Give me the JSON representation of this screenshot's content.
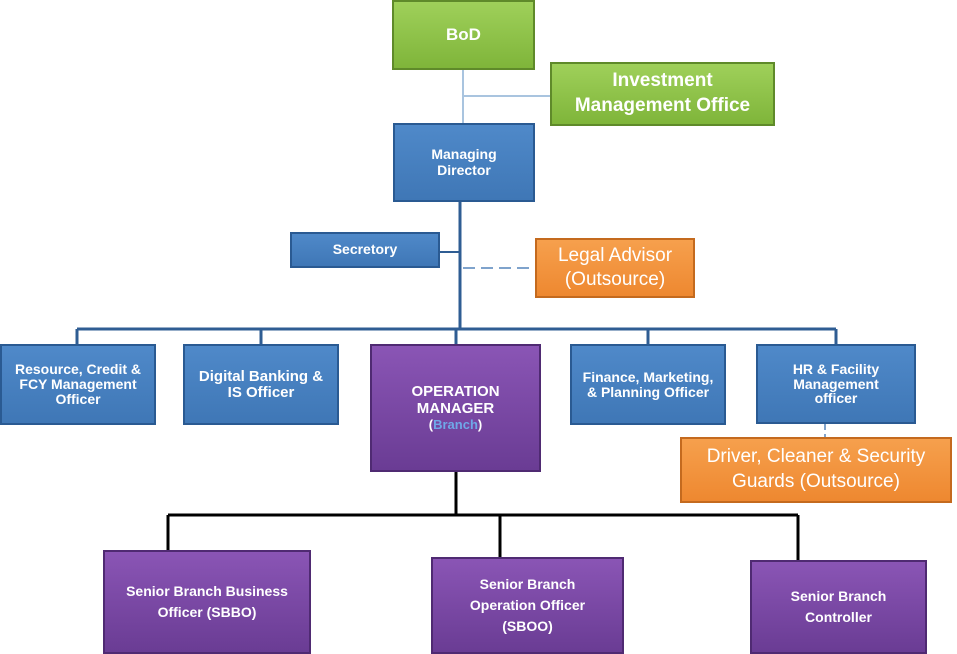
{
  "nodes": {
    "bod": "BoD",
    "investment_office": "Investment Management Office",
    "managing_director": "Managing Director",
    "secretary": "Secretory",
    "legal_advisor": "Legal Advisor (Outsource)",
    "resource_officer": "Resource, Credit & FCY Management Officer",
    "digital_banking": "Digital Banking & IS Officer",
    "operation_manager": "OPERATION MANAGER",
    "operation_manager_branch": "Branch",
    "finance_officer": "Finance, Marketing, & Planning Officer",
    "hr_officer": "HR & Facility Management officer",
    "driver_guards": "Driver, Cleaner & Security Guards (Outsource)",
    "sbbo": "Senior Branch Business Officer (SBBO)",
    "sboo": "Senior Branch Operation Officer (SBOO)",
    "controller": "Senior Branch Controller"
  },
  "colors": {
    "green": "#8cc24a",
    "blue": "#4680c2",
    "purple": "#7a48a6",
    "orange": "#f39440",
    "connector_blue": "#2f5d93",
    "connector_black": "#000000"
  }
}
